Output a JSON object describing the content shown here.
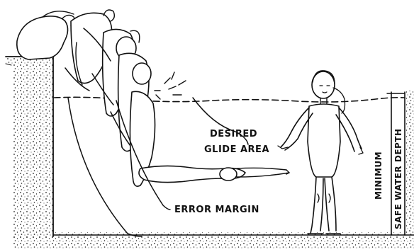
{
  "labels": {
    "desired_line1": "DESIRED",
    "desired_line2": "GLIDE AREA",
    "error_margin": "ERROR MARGIN",
    "minimum": "MINIMUM",
    "safe_water_depth": "SAFE WATER DEPTH"
  }
}
